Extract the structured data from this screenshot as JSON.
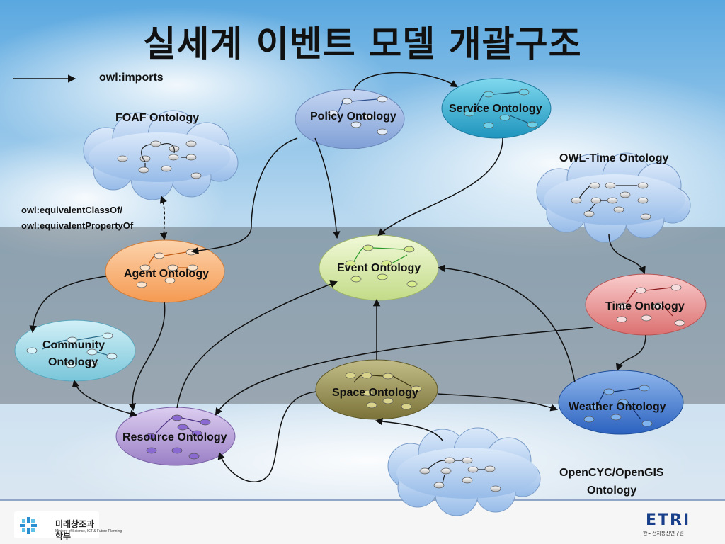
{
  "title": "실세계 이벤트 모델 개괄구조",
  "legend": {
    "label": "owl:imports"
  },
  "equivalence_label": {
    "line1": "owl:equivalentClassOf/",
    "line2": "owl:equivalentPropertyOf"
  },
  "nodes": {
    "policy": "Policy Ontology",
    "service": "Service Ontology",
    "agent": "Agent Ontology",
    "event": "Event Ontology",
    "time": "Time Ontology",
    "community_line1": "Community",
    "community_line2": "Ontology",
    "space": "Space Ontology",
    "weather": "Weather Ontology",
    "resource": "Resource Ontology"
  },
  "clouds": {
    "foaf": "FOAF Ontology",
    "owl_time": "OWL-Time Ontology",
    "opencyc_line1": "OpenCYC/OpenGIS",
    "opencyc_line2": "Ontology"
  },
  "footer": {
    "ministry": "미래창조과학부",
    "ministry_sub": "Ministry of Science, ICT & Future Planning",
    "etri": "ETRI",
    "etri_sub": "한국전자통신연구원"
  },
  "colors": {
    "policy": "#7f9fd6",
    "service": "#33aacc",
    "agent": "#f7a464",
    "event": "#d2e6a0",
    "time": "#e58a8a",
    "community": "#8ad0e0",
    "space": "#8e8648",
    "weather": "#3f78cf",
    "resource": "#a890cf",
    "cloud": "#a9c8ee"
  }
}
